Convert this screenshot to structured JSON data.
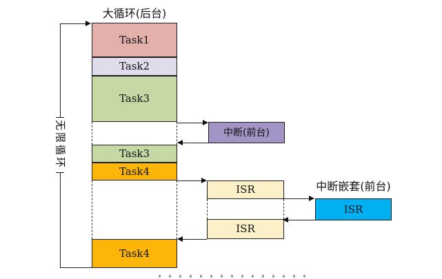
{
  "diagram": {
    "title": "大循环(后台)",
    "infinite_loop_label": "无限循环",
    "nested_interrupt_title": "中断嵌套(前台)",
    "boxes": {
      "task1": "Task1",
      "task2": "Task2",
      "task3": "Task3",
      "task4": "Task4",
      "interrupt": "中断(前台)",
      "isr": "ISR"
    },
    "colors": {
      "task1": "#e3b0ac",
      "task2": "#e0dcec",
      "task3": "#c6d9a4",
      "task4": "#fcb60a",
      "interrupt": "#a295c5",
      "isr": "#fcf0c9",
      "nested_isr": "#00b0f0",
      "line": "#1c1c1c"
    }
  }
}
